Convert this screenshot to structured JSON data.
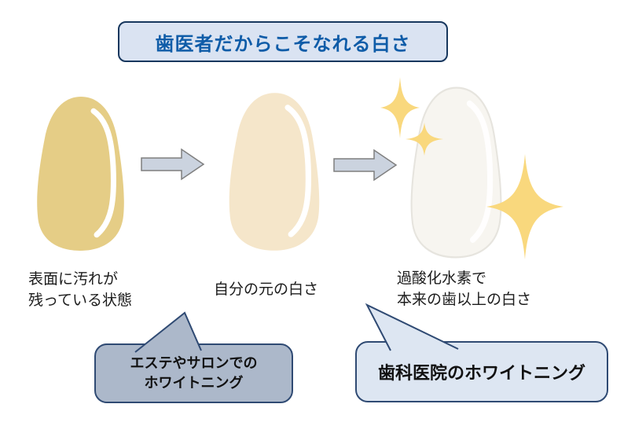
{
  "title": {
    "label": "歯医者だからこそなれる白さ",
    "text_color": "#0F5CA8",
    "background": "#DAE3F2",
    "border_color": "#17375E"
  },
  "stages": [
    {
      "name": "stained-tooth",
      "tooth_color": "#E5CD86",
      "caption_line1": "表面に汚れが",
      "caption_line2": "残っている状態"
    },
    {
      "name": "natural-tooth",
      "tooth_color": "#F5E6CA",
      "caption_line1": "自分の元の白さ"
    },
    {
      "name": "whitened-tooth",
      "tooth_color": "#F7F5F0",
      "tooth_outline": "#E6E4DE",
      "caption_line1": "過酸化水素で",
      "caption_line2": "本来の歯以上の白さ"
    }
  ],
  "arrows": {
    "fill": "#CBD3DF",
    "border_color": "#7F7F7F"
  },
  "sparkles": {
    "color": "#F9D87D",
    "count": 3
  },
  "bubbles": [
    {
      "name": "salon-whitening",
      "line1": "エステやサロンでの",
      "line2": "ホワイトニング",
      "fill": "#ACB8CA",
      "border_color": "#2F4A73"
    },
    {
      "name": "dental-whitening",
      "line1": "歯科医院のホワイトニング",
      "fill": "#DDE6F2",
      "border_color": "#2F4A73"
    }
  ]
}
